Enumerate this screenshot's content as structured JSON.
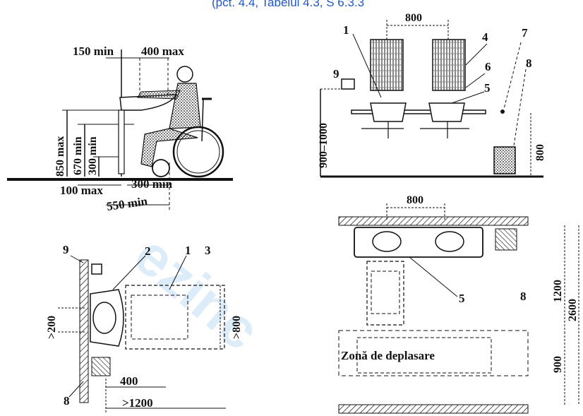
{
  "header": {
    "text": "(pct. 4.4, Tabelul 4.3, S 6.3.3"
  },
  "panel_top_left": {
    "dims": {
      "d150": "150 min",
      "d400": "400 max",
      "d850": "850 max",
      "d670": "670 min",
      "d300v": "300 min",
      "d100": "100 max",
      "d300h": "300 min",
      "d550": "550 min"
    }
  },
  "panel_top_right": {
    "dims": {
      "d800top": "800",
      "d9001000": "900–1000",
      "d800side": "800"
    },
    "labels": {
      "n1": "1",
      "n4": "4",
      "n5": "5",
      "n6": "6",
      "n7": "7",
      "n8": "8",
      "n9": "9"
    }
  },
  "panel_bottom_left": {
    "dims": {
      "d200": ">200",
      "d800": ">800",
      "d400": "400",
      "d1200": ">1200"
    },
    "labels": {
      "n1": "1",
      "n2": "2",
      "n3": "3",
      "n8": "8",
      "n9": "9"
    }
  },
  "panel_bottom_right": {
    "dims": {
      "d800": "800",
      "d1200": "1200",
      "d2600": "2600",
      "d900": "900"
    },
    "labels": {
      "n5": "5",
      "n8": "8"
    },
    "zone_label": "Zonă de deplasare"
  }
}
